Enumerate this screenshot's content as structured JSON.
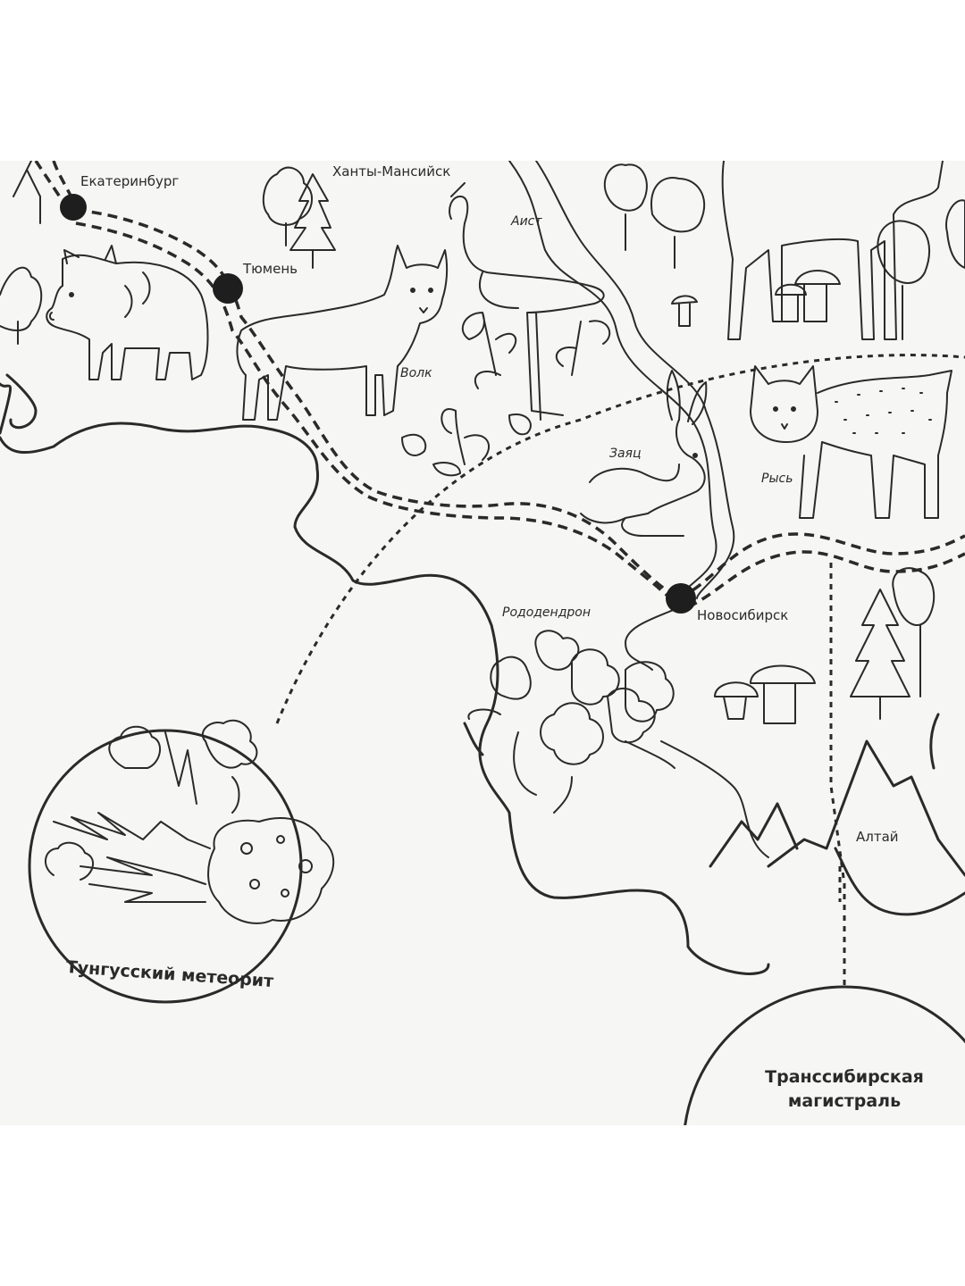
{
  "cities": {
    "ekaterinburg": "Екатеринбург",
    "khanty": "Ханты-Мансийск",
    "tyumen": "Тюмень",
    "novosibirsk": "Новосибирск"
  },
  "animals": {
    "stork": "Аист",
    "wolf": "Волк",
    "hare": "Заяц",
    "lynx": "Рысь",
    "rhododendron": "Рододендрон"
  },
  "regions": {
    "altai": "Алтай"
  },
  "callouts": {
    "tunguska": "Тунгусский метеорит",
    "transsib_line1": "Транссибирская",
    "transsib_line2": "магистраль"
  },
  "colors": {
    "ink": "#2a2a2a",
    "paper": "#f6f6f5"
  },
  "icons": [
    "boar-icon",
    "wolf-icon",
    "stork-icon",
    "hare-icon",
    "lynx-icon",
    "elk-icon",
    "tree-icon",
    "mushroom-icon",
    "mountain-icon",
    "meteorite-icon",
    "flower-icon",
    "strawberry-icon"
  ]
}
